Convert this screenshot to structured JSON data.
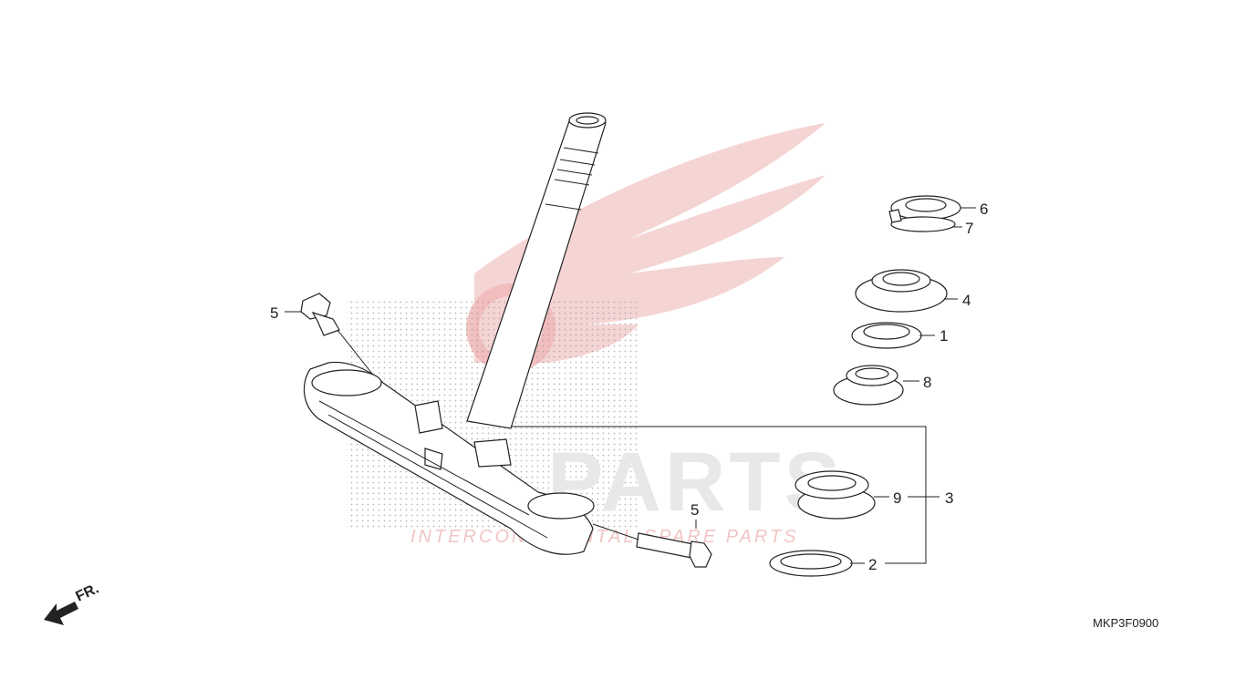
{
  "diagram": {
    "code": "MKP3F0900",
    "front_indicator": "FR.",
    "watermark": {
      "main": "PARTS",
      "tagline": "INTERCONTINENTAL SPARE PARTS"
    },
    "callouts": [
      {
        "id": "c6",
        "label": "6"
      },
      {
        "id": "c7",
        "label": "7"
      },
      {
        "id": "c4",
        "label": "4"
      },
      {
        "id": "c1",
        "label": "1"
      },
      {
        "id": "c8",
        "label": "8"
      },
      {
        "id": "c9",
        "label": "9"
      },
      {
        "id": "c3",
        "label": "3"
      },
      {
        "id": "c2",
        "label": "2"
      },
      {
        "id": "c5a",
        "label": "5"
      },
      {
        "id": "c5b",
        "label": "5"
      }
    ]
  }
}
